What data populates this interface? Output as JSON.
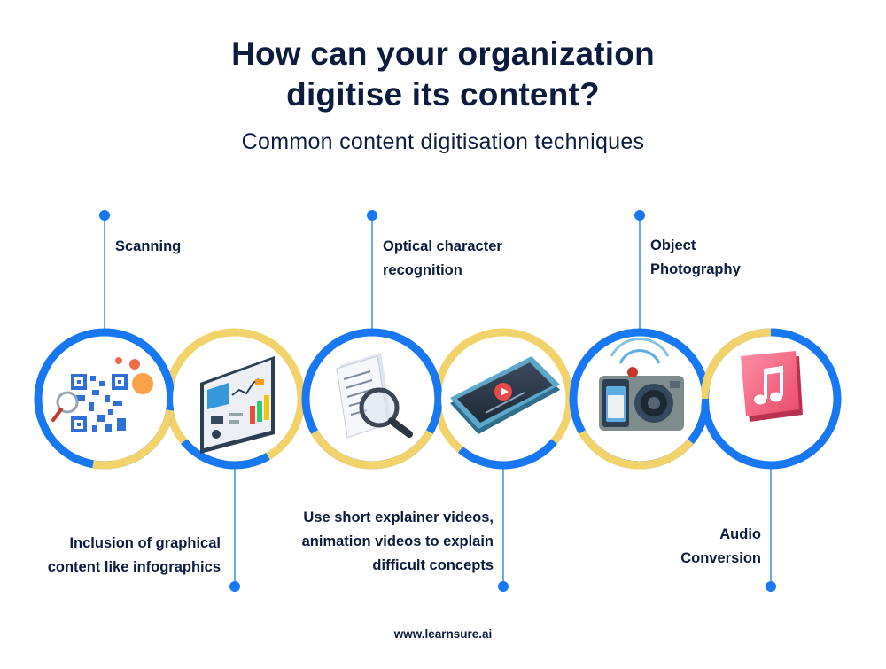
{
  "header": {
    "title_line1": "How can your organization",
    "title_line2": "digitise its content?",
    "subtitle": "Common content digitisation techniques"
  },
  "techniques": [
    {
      "lines": [
        "Scanning"
      ],
      "icon": "qr-scan-icon"
    },
    {
      "lines": [
        "Inclusion of graphical",
        "content like infographics"
      ],
      "icon": "infographic-board-icon"
    },
    {
      "lines": [
        "Optical character",
        "recognition"
      ],
      "icon": "document-magnifier-icon"
    },
    {
      "lines": [
        "Use short explainer videos,",
        "animation videos to explain",
        "difficult concepts"
      ],
      "icon": "video-tablet-icon"
    },
    {
      "lines": [
        "Object",
        "Photography"
      ],
      "icon": "camera-icon"
    },
    {
      "lines": [
        "Audio",
        "Conversion"
      ],
      "icon": "music-note-icon"
    }
  ],
  "footer": {
    "url": "www.learnsure.ai"
  },
  "colors": {
    "blue": "#1877f2",
    "yellow": "#f2d36b",
    "navy": "#0d1b3e",
    "connector": "#3b8ee8"
  }
}
